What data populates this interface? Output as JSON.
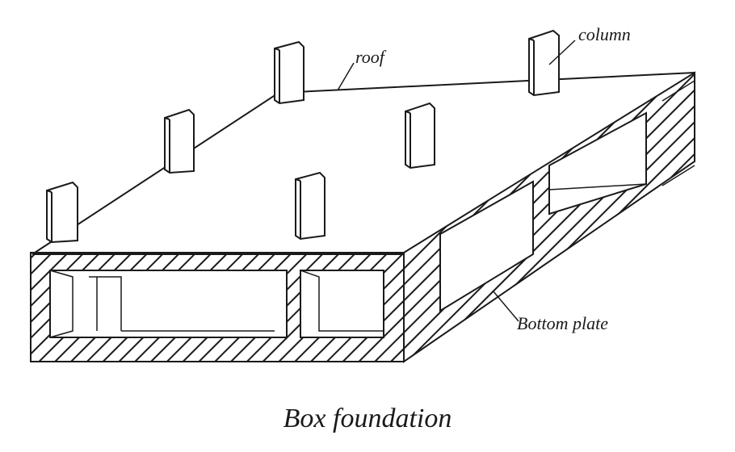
{
  "labels": {
    "roof": "roof",
    "column": "column",
    "bottom_plate": "Bottom plate"
  },
  "caption": "Box foundation",
  "colors": {
    "ink": "#1a1a1a",
    "background": "#ffffff"
  }
}
